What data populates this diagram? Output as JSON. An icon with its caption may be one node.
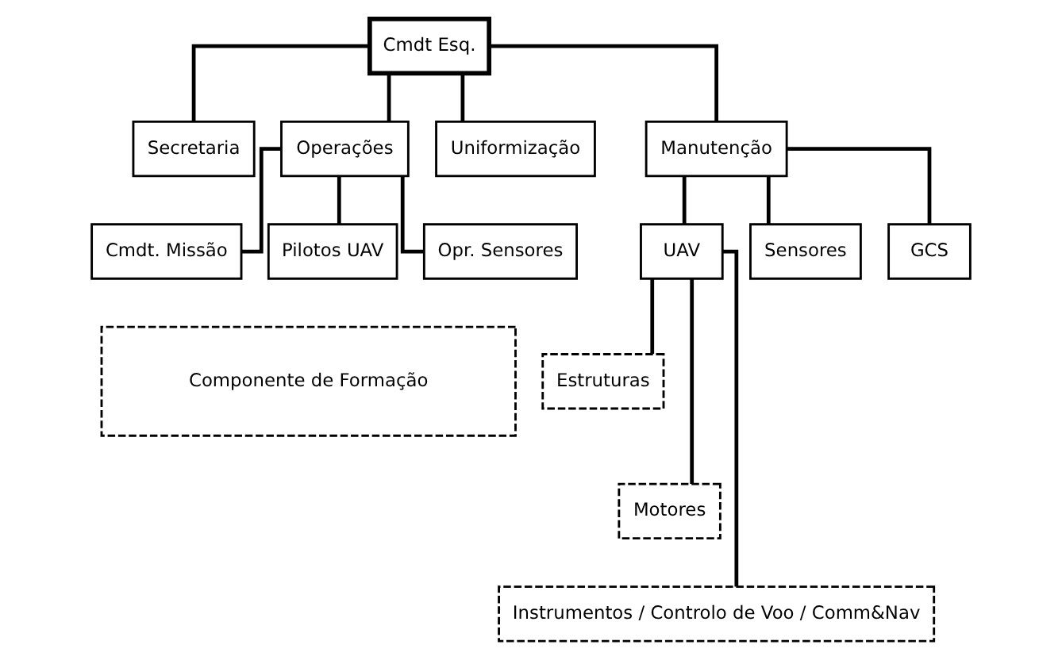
{
  "diagram": {
    "nodes": [
      {
        "text": [
          "Cmdt Esq."
        ]
      },
      {
        "text": [
          "Secretaria"
        ]
      },
      {
        "text": [
          "Operações"
        ]
      },
      {
        "text": [
          "Uniformização"
        ]
      },
      {
        "text": [
          "Manutenção"
        ]
      },
      {
        "text": [
          "Cmdt. Missão"
        ]
      },
      {
        "text": [
          "Pilotos UAV"
        ]
      },
      {
        "text": [
          "Opr. Sensores"
        ]
      },
      {
        "text": [
          "UAV"
        ]
      },
      {
        "text": [
          "Sensores"
        ]
      },
      {
        "text": [
          "GCS"
        ]
      },
      {
        "text": [
          "Componente de Formação"
        ]
      },
      {
        "text": [
          "Estruturas"
        ]
      },
      {
        "text": [
          "Motores"
        ]
      },
      {
        "text": [
          "Instrumentos / Controlo de Voo / Comm&Nav"
        ]
      }
    ],
    "edges": [
      {
        "from": 0,
        "to": 1,
        "arrow": "none"
      },
      {
        "from": 0,
        "to": 2,
        "arrow": "none"
      },
      {
        "from": 0,
        "to": 3,
        "arrow": "none"
      },
      {
        "from": 0,
        "to": 4,
        "arrow": "none"
      },
      {
        "from": 2,
        "to": 5,
        "arrow": "none"
      },
      {
        "from": 2,
        "to": 6,
        "arrow": "none"
      },
      {
        "from": 2,
        "to": 7,
        "arrow": "none"
      },
      {
        "from": 4,
        "to": 8,
        "arrow": "none"
      },
      {
        "from": 4,
        "to": 9,
        "arrow": "none"
      },
      {
        "from": 4,
        "to": 10,
        "arrow": "none"
      },
      {
        "from": 8,
        "to": 12,
        "arrow": "none"
      },
      {
        "from": 8,
        "to": 13,
        "arrow": "none"
      },
      {
        "from": 8,
        "to": 14,
        "arrow": "none"
      }
    ]
  }
}
